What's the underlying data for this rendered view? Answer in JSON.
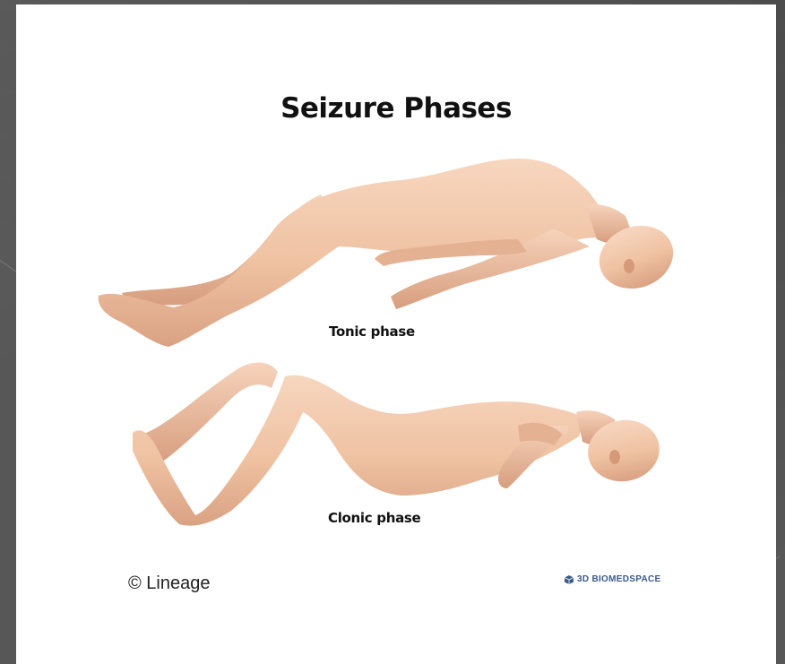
{
  "slide": {
    "title": "Seizure Phases",
    "phases": [
      {
        "label": "Tonic phase"
      },
      {
        "label": "Clonic phase"
      }
    ],
    "credit": "© Lineage",
    "brand": "3D BIOMEDSPACE"
  },
  "colors": {
    "background": "#575757",
    "card": "#ffffff",
    "skin": "#f1c7a9",
    "skin_shadow": "#d9a283",
    "title_text": "#111111",
    "brand_text": "#3a5a8c"
  }
}
